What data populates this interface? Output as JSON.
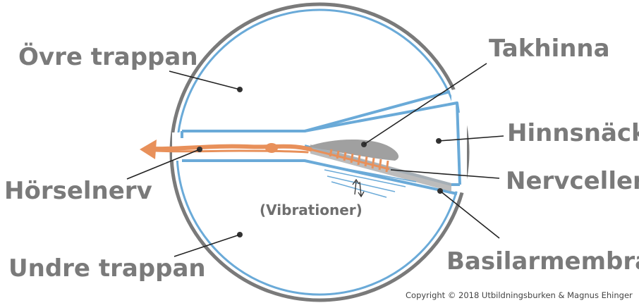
{
  "labels": {
    "ovre_trappan": "Övre trappan",
    "takhinna": "Takhinna",
    "hinnsnacka": "Hinnsnäcka",
    "horselnerv": "Hörselnerv",
    "nerveller": "Nervceller",
    "vibrationer": "(Vibrationer)",
    "basilarmembran": "Basilarmembran",
    "undre_trappan": "Undre trappan"
  },
  "copyright": "Copyright © 2018 Utbildningsburken & Magnus Ehinger",
  "colors": {
    "outline": "#7a7a7a",
    "membrane": "#6aaad8",
    "nerve": "#e8905a",
    "tectorial": "#a0a0a0",
    "label": "#7a7a7a"
  }
}
